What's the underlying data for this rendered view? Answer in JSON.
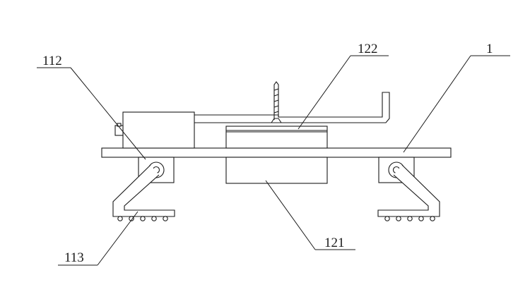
{
  "diagram": {
    "labels": {
      "label_112": "112",
      "label_122": "122",
      "label_1": "1",
      "label_113": "113",
      "label_121": "121"
    }
  }
}
